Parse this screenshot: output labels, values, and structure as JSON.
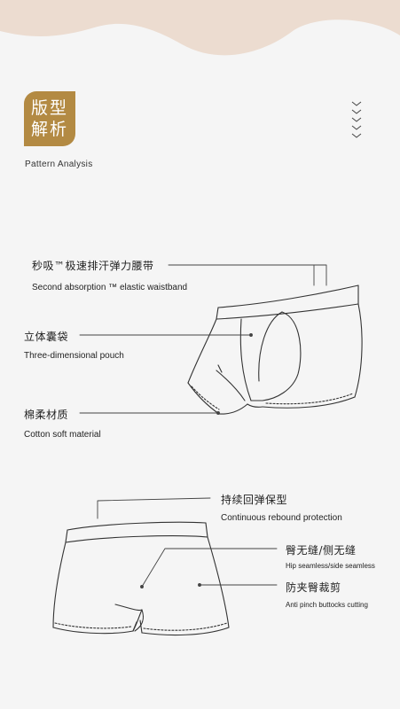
{
  "section": {
    "badge_line1": "版型",
    "badge_line2": "解析",
    "subtitle": "Pattern  Analysis"
  },
  "diagram1": {
    "labels": [
      {
        "cn": "秒吸™极速排汗弹力腰带",
        "en": "Second absorption ™ elastic waistband"
      },
      {
        "cn": "立体囊袋",
        "en": "Three-dimensional pouch"
      },
      {
        "cn": "棉柔材质",
        "en": "Cotton soft material"
      }
    ]
  },
  "diagram2": {
    "labels": [
      {
        "cn": "持续回弹保型",
        "en": "Continuous rebound protection"
      },
      {
        "cn": "臀无缝/侧无缝",
        "en": "Hip seamless/side seamless"
      },
      {
        "cn": "防夹臀裁剪",
        "en": "Anti pinch buttocks cutting"
      }
    ]
  },
  "colors": {
    "accent": "#b38a43",
    "wave": "#ecdcd0",
    "background": "#f5f5f5",
    "line": "#333333"
  }
}
